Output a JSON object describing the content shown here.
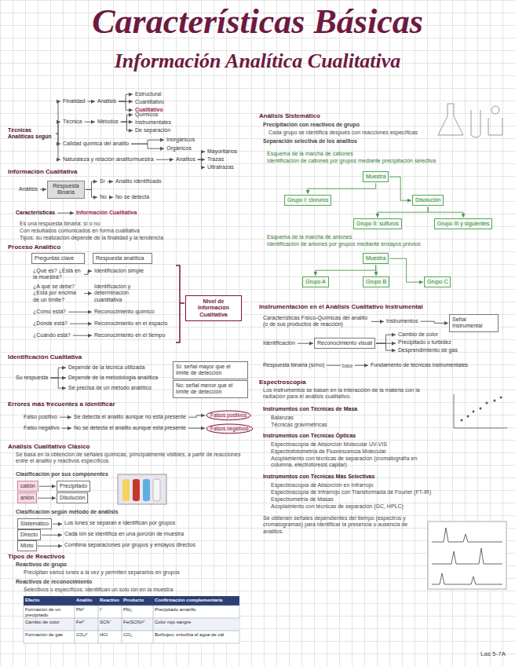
{
  "diagram": {
    "title": "Características Básicas",
    "nodes": [
      {
        "text": [
          "Técnicas Analíticas según"
        ]
      },
      {
        "text": [
          "Finalidad"
        ]
      },
      {
        "text": [
          "Análisis"
        ]
      },
      {
        "text": [
          "Estructural"
        ]
      },
      {
        "text": [
          "Cuantitativo"
        ]
      },
      {
        "text": [
          "Cualitativo"
        ]
      },
      {
        "text": [
          "Técnica"
        ]
      },
      {
        "text": [
          "Métodos"
        ]
      },
      {
        "text": [
          "Químicos"
        ]
      },
      {
        "text": [
          "Instrumentales"
        ]
      },
      {
        "text": [
          "De separación"
        ]
      },
      {
        "text": [
          "Calidad química del analito"
        ]
      },
      {
        "text": [
          "Inorgánicos"
        ]
      },
      {
        "text": [
          "Orgánicos"
        ]
      },
      {
        "text": [
          "Naturaleza y relación analito/muestra"
        ]
      },
      {
        "text": [
          "Analitos"
        ]
      },
      {
        "text": [
          "Mayoritarios"
        ]
      },
      {
        "text": [
          "Trazas"
        ]
      },
      {
        "text": [
          "Ultratrazas"
        ]
      },
      {
        "text": [
          "Análisis"
        ]
      },
      {
        "text": [
          "Respuesta Binaria"
        ]
      },
      {
        "text": [
          "Sí"
        ]
      },
      {
        "text": [
          "Analito identificado"
        ]
      },
      {
        "text": [
          "No"
        ]
      },
      {
        "text": [
          "No se detecta"
        ]
      },
      {
        "text": [
          "Características"
        ]
      },
      {
        "text": [
          "Información Cualitativa"
        ]
      },
      {
        "text": [
          "Preguntas clave"
        ]
      },
      {
        "text": [
          "Respuesta analítica"
        ]
      },
      {
        "text": [
          "¿Qué es? ¿Está en la muestra?"
        ]
      },
      {
        "text": [
          "¿A qué se debe? ¿Está por encima de un límite?"
        ]
      },
      {
        "text": [
          "¿Cómo está?"
        ]
      },
      {
        "text": [
          "¿Dónde está?"
        ]
      },
      {
        "text": [
          "¿Cuándo está?"
        ]
      },
      {
        "text": [
          "Identificación simple"
        ]
      },
      {
        "text": [
          "Identificación y determinación cuantitativa"
        ]
      },
      {
        "text": [
          "Reconocimiento químico"
        ]
      },
      {
        "text": [
          "Reconocimiento en el espacio"
        ]
      },
      {
        "text": [
          "Reconocimiento en el tiempo"
        ]
      },
      {
        "text": [
          "Nivel de Información Cualitativa"
        ]
      },
      {
        "text": [
          "Su respuesta"
        ]
      },
      {
        "text": [
          "Depende de la técnica utilizada"
        ]
      },
      {
        "text": [
          "Depende de la metodología analítica"
        ]
      },
      {
        "text": [
          "Se precisa de un método analítico"
        ]
      },
      {
        "text": [
          "Sí: señal mayor que el límite de detección"
        ]
      },
      {
        "text": [
          "No: señal menor que el límite de detección"
        ]
      },
      {
        "text": [
          "Falso positivo"
        ]
      },
      {
        "text": [
          "Se detecta el analito aunque no está presente"
        ]
      },
      {
        "text": [
          "Falso negativo"
        ]
      },
      {
        "text": [
          "No se detecta el analito aunque está presente"
        ]
      },
      {
        "text": [
          "Falsos positivos"
        ]
      },
      {
        "text": [
          "Falsos negativos"
        ]
      },
      {
        "text": [
          "catión"
        ]
      },
      {
        "text": [
          "Precipitado"
        ]
      },
      {
        "text": [
          "anión"
        ]
      },
      {
        "text": [
          "Disolución"
        ]
      },
      {
        "text": [
          "Sistemático"
        ]
      },
      {
        "text": [
          "Los iones se separan e identifican por grupos"
        ]
      },
      {
        "text": [
          "Directo"
        ]
      },
      {
        "text": [
          "Cada ión se identifica en una porción de muestra"
        ]
      },
      {
        "text": [
          "Mixto"
        ]
      },
      {
        "text": [
          "Combina separaciones por grupos y ensayos directos"
        ]
      },
      {
        "text": [
          "Muestra"
        ]
      },
      {
        "text": [
          "Grupo I: cloruros"
        ]
      },
      {
        "text": [
          "Disolución"
        ]
      },
      {
        "text": [
          "Grupo II: sulfuros"
        ]
      },
      {
        "text": [
          "Grupo III y siguientes"
        ]
      },
      {
        "text": [
          "Muestra"
        ]
      },
      {
        "text": [
          "Grupo A"
        ]
      },
      {
        "text": [
          "Grupo B"
        ]
      },
      {
        "text": [
          "Grupo C"
        ]
      },
      {
        "text": [
          "Características Físico-Químicas del analito (o de sus productos de reacción)"
        ]
      },
      {
        "text": [
          "Instrumentos"
        ]
      },
      {
        "text": [
          "Señal Instrumental"
        ]
      },
      {
        "text": [
          "Identificación"
        ]
      },
      {
        "text": [
          "Reconocimiento visual"
        ]
      },
      {
        "text": [
          "Cambio de color"
        ]
      },
      {
        "text": [
          "Precipitado o turbidez"
        ]
      },
      {
        "text": [
          "Desprendimiento de gas"
        ]
      },
      {
        "text": [
          "Respuesta binaria (sí/no)"
        ]
      },
      {
        "text": [
          "Fundamento de técnicas instrumentales"
        ]
      },
      {
        "text": [
          "Instrumentos con Técnicas de Masa"
        ]
      },
      {
        "text": [
          "Instrumentos con Técnicas Ópticas"
        ]
      },
      {
        "text": [
          "Instrumentos con Técnicas Más Selectivas"
        ]
      }
    ],
    "edges": [
      {
        "from": 0,
        "to": 1,
        "arrow": "to"
      },
      {
        "from": 0,
        "to": 6,
        "arrow": "to"
      },
      {
        "from": 0,
        "to": 11,
        "arrow": "to"
      },
      {
        "from": 0,
        "to": 14,
        "arrow": "to"
      },
      {
        "from": 1,
        "to": 2,
        "arrow": "to"
      },
      {
        "from": 2,
        "to": 3,
        "arrow": "to"
      },
      {
        "from": 2,
        "to": 4,
        "arrow": "to"
      },
      {
        "from": 2,
        "to": 5,
        "arrow": "to"
      },
      {
        "from": 6,
        "to": 7,
        "arrow": "to"
      },
      {
        "from": 7,
        "to": 8,
        "arrow": "to"
      },
      {
        "from": 7,
        "to": 9,
        "arrow": "to"
      },
      {
        "from": 7,
        "to": 10,
        "arrow": "to"
      },
      {
        "from": 11,
        "to": 12,
        "arrow": "to"
      },
      {
        "from": 11,
        "to": 13,
        "arrow": "to"
      },
      {
        "from": 14,
        "to": 15,
        "arrow": "to"
      },
      {
        "from": 15,
        "to": 16,
        "arrow": "to"
      },
      {
        "from": 15,
        "to": 17,
        "arrow": "to"
      },
      {
        "from": 15,
        "to": 18,
        "arrow": "to"
      },
      {
        "from": 19,
        "to": 20,
        "arrow": "to"
      },
      {
        "from": 20,
        "to": 21,
        "arrow": "to"
      },
      {
        "from": 20,
        "to": 23,
        "arrow": "to"
      },
      {
        "from": 21,
        "to": 22,
        "arrow": "to"
      },
      {
        "from": 23,
        "to": 24,
        "arrow": "to"
      },
      {
        "from": 25,
        "to": 26,
        "arrow": "to"
      },
      {
        "from": 29,
        "to": 34,
        "arrow": "to"
      },
      {
        "from": 30,
        "to": 35,
        "arrow": "to"
      },
      {
        "from": 31,
        "to": 36,
        "arrow": "to"
      },
      {
        "from": 32,
        "to": 37,
        "arrow": "to"
      },
      {
        "from": 33,
        "to": 38,
        "arrow": "to"
      },
      {
        "from": 40,
        "to": 41,
        "arrow": "to"
      },
      {
        "from": 40,
        "to": 42,
        "arrow": "to"
      },
      {
        "from": 40,
        "to": 43,
        "arrow": "to"
      },
      {
        "from": 46,
        "to": 47,
        "arrow": "to"
      },
      {
        "from": 48,
        "to": 49,
        "arrow": "to"
      },
      {
        "from": 47,
        "to": 50,
        "arrow": "to"
      },
      {
        "from": 49,
        "to": 51,
        "arrow": "to"
      },
      {
        "from": 52,
        "to": 53,
        "arrow": "to"
      },
      {
        "from": 54,
        "to": 55,
        "arrow": "to"
      },
      {
        "from": 56,
        "to": 57,
        "arrow": "to"
      },
      {
        "from": 58,
        "to": 59,
        "arrow": "to"
      },
      {
        "from": 60,
        "to": 61,
        "arrow": "to"
      },
      {
        "from": 62,
        "to": 63,
        "arrow": "to"
      },
      {
        "from": 62,
        "to": 64,
        "arrow": "to"
      },
      {
        "from": 64,
        "to": 65,
        "arrow": "to"
      },
      {
        "from": 64,
        "to": 66,
        "arrow": "to"
      },
      {
        "from": 67,
        "to": 68,
        "arrow": "to"
      },
      {
        "from": 67,
        "to": 69,
        "arrow": "to"
      },
      {
        "from": 67,
        "to": 70,
        "arrow": "to"
      },
      {
        "from": 71,
        "to": 72,
        "arrow": "to"
      },
      {
        "from": 72,
        "to": 73,
        "arrow": "to"
      },
      {
        "from": 74,
        "to": 75,
        "arrow": "to"
      },
      {
        "from": 75,
        "to": 76,
        "arrow": "to"
      },
      {
        "from": 75,
        "to": 77,
        "arrow": "to"
      },
      {
        "from": 75,
        "to": 78,
        "arrow": "to"
      },
      {
        "from": 79,
        "to": 80,
        "label": "base",
        "arrow": "to"
      }
    ],
    "labels": [
      "Información Analítica Cualitativa",
      "Información Cualitativa",
      "Es una respuesta binaria: sí o no",
      "Con resultados comunicados en forma cualitativa",
      "Tipos: su realización depende de la finalidad y la tendencia",
      "Proceso Analítico",
      "Identificación Cualitativa",
      "Errores más frecuentes a identificar",
      "Análisis Cualitativo Clásico",
      "Se basa en la obtención de señales químicas, principalmente visibles, a partir de reacciones entre el analito y reactivos específicos.",
      "Clasificación por sus componentes",
      "Clasificación según método de análisis",
      "Tipos de Reactivos",
      "Reactivos de grupo",
      "Precipitan varios iones a la vez y permiten separarlos en grupos",
      "Reactivos de reconocimiento",
      "Selectivos o específicos: identifican un solo ión en la muestra",
      "Efecto",
      "Analito",
      "Reactivo",
      "Producto",
      "Confirmación complementaria",
      "Formación de un precipitado",
      "Pb²⁺",
      "I⁻",
      "PbI₂",
      "Precipitado amarillo",
      "Cambio de color",
      "Fe³⁺",
      "SCN⁻",
      "Fe(SCN)²⁺",
      "Color rojo sangre",
      "Formación de gas",
      "CO₃²⁻",
      "HCl",
      "CO₂",
      "Burbujeo; enturbia el agua de cal",
      "Análisis Sistemático",
      "Precipitación con reactivos de grupo",
      "Cada grupo se identifica después con reacciones específicas",
      "Separación selectiva de los analitos",
      "Esquema de la marcha de cationes",
      "Identificación de cationes por grupos mediante precipitación selectiva",
      "Esquema de la marcha de aniones",
      "Identificación de aniones por grupos mediante ensayos previos",
      "Instrumentación en el Análisis Cualitativo Instrumental",
      "Espectroscopía",
      "Los instrumentos se basan en la interacción de la materia con la radiación para el análisis cualitativo.",
      "Balanzas",
      "Técnicas gravimétricas",
      "Espectroscopía de Absorción Molecular UV-VIS",
      "Espectrofotometría de Fluorescencia Molecular",
      "Acoplamiento con técnicas de separación (cromatografía en columna, electroforesis capilar)",
      "Espectroscopía de Absorción en Infrarrojo",
      "Espectroscopía de Infrarrojo con Transformada de Fourier (FT-IR)",
      "Espectrometría de Masas",
      "Acoplamiento con técnicas de separación (GC, HPLC)",
      "Se obtienen señales dependientes del tiempo (espectros y cromatogramas) para identificar la presencia o ausencia de analitos.",
      "Las 5-7A"
    ]
  }
}
